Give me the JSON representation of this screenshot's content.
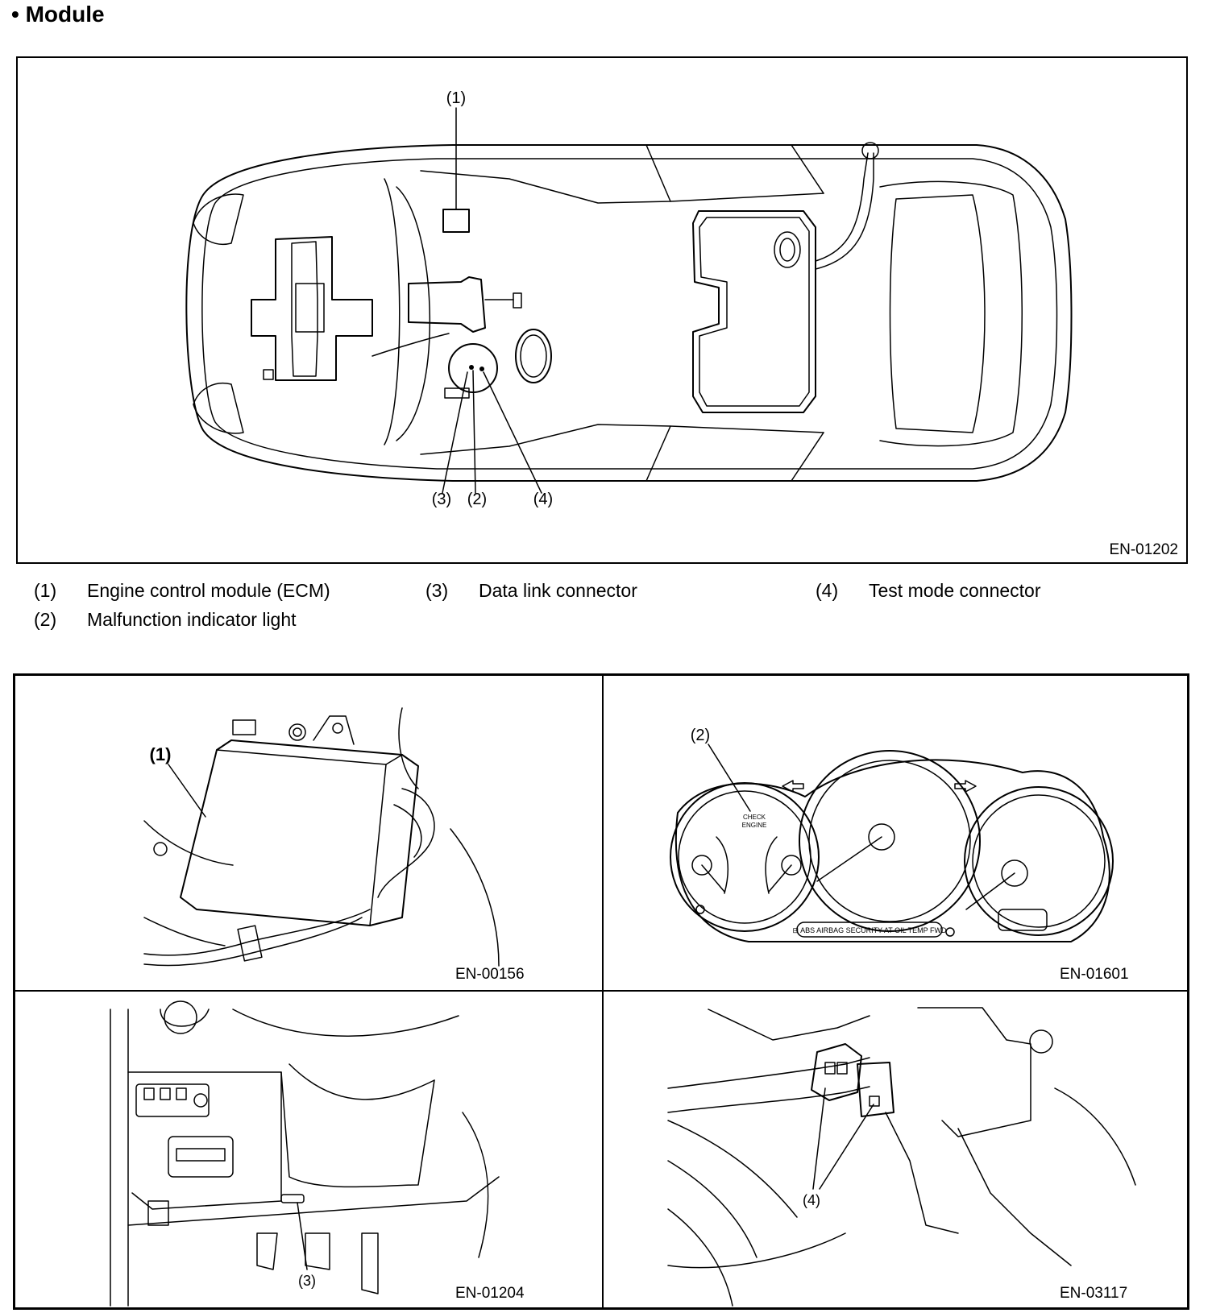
{
  "heading": "• Module",
  "main_figure": {
    "code": "EN-01202",
    "callouts": {
      "c1": "(1)",
      "c2": "(2)",
      "c3": "(3)",
      "c4": "(4)"
    }
  },
  "legend": [
    {
      "num": "(1)",
      "text": "Engine control module (ECM)"
    },
    {
      "num": "(3)",
      "text": "Data link connector"
    },
    {
      "num": "(4)",
      "text": "Test mode connector"
    },
    {
      "num": "(2)",
      "text": "Malfunction indicator light"
    }
  ],
  "detail_figures": [
    {
      "code": "EN-00156",
      "callout": "(1)"
    },
    {
      "code": "EN-01601",
      "callout": "(2)",
      "gauge_text_1": "CHECK",
      "gauge_text_2": "ENGINE",
      "warning_strip": "⊟  ABS  AIRBAG  SECURITY  AT OIL TEMP  FWD"
    },
    {
      "code": "EN-01204",
      "callout": "(3)"
    },
    {
      "code": "EN-03117",
      "callout": "(4)"
    }
  ]
}
